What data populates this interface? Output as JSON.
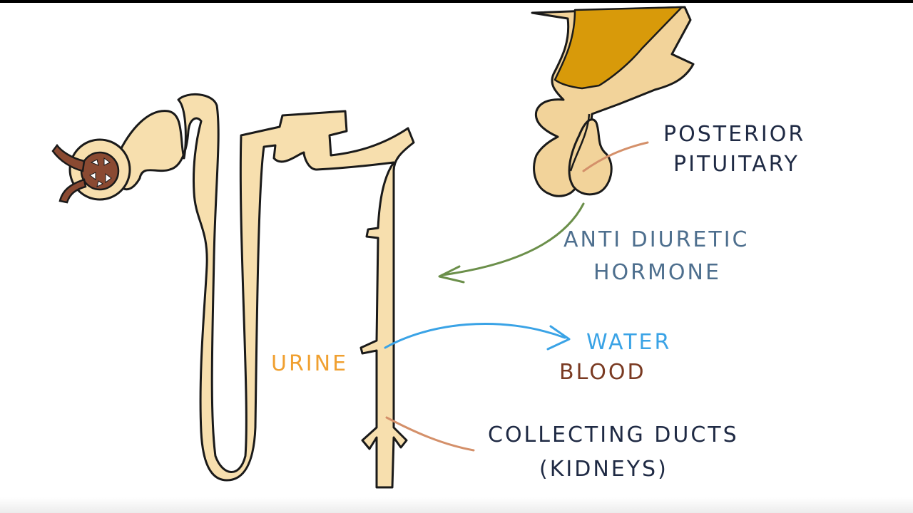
{
  "labels": {
    "posterior_pituitary_line1": "POSTERIOR",
    "posterior_pituitary_line2": "PITUITARY",
    "adh_line1": "ANTI DIURETIC",
    "adh_line2": "HORMONE",
    "urine": "URINE",
    "water": "WATER",
    "blood": "BLOOD",
    "collecting_ducts_line1": "COLLECTING DUCTS",
    "collecting_ducts_line2": "(KIDNEYS)"
  },
  "colors": {
    "tubule_fill": "#f7dfae",
    "outline": "#1a1a1a",
    "pituitary_fill": "#f2d39a",
    "hypothalamus_fill": "#d89a0a",
    "glomerulus": "#8a4a32",
    "adh_text": "#4e6f8e",
    "adh_arrow": "#6b8f4a",
    "water": "#3aa3e6",
    "urine": "#f0a030",
    "blood": "#7a3a22",
    "pointer_line": "#d4906a",
    "dark_text": "#1f2a44"
  }
}
